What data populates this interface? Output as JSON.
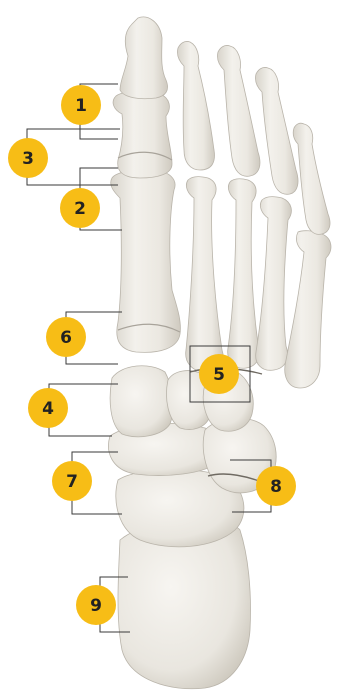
{
  "figure": {
    "colors": {
      "bone_fill": "#eeebe4",
      "bone_shade": "#d3cfc6",
      "bone_outline": "#b9b4aa",
      "badge_fill": "#f7bd16",
      "line_color": "#3a3a3a",
      "background": "#ffffff"
    },
    "labels": [
      "1",
      "2",
      "3",
      "4",
      "5",
      "6",
      "7",
      "8",
      "9"
    ]
  }
}
